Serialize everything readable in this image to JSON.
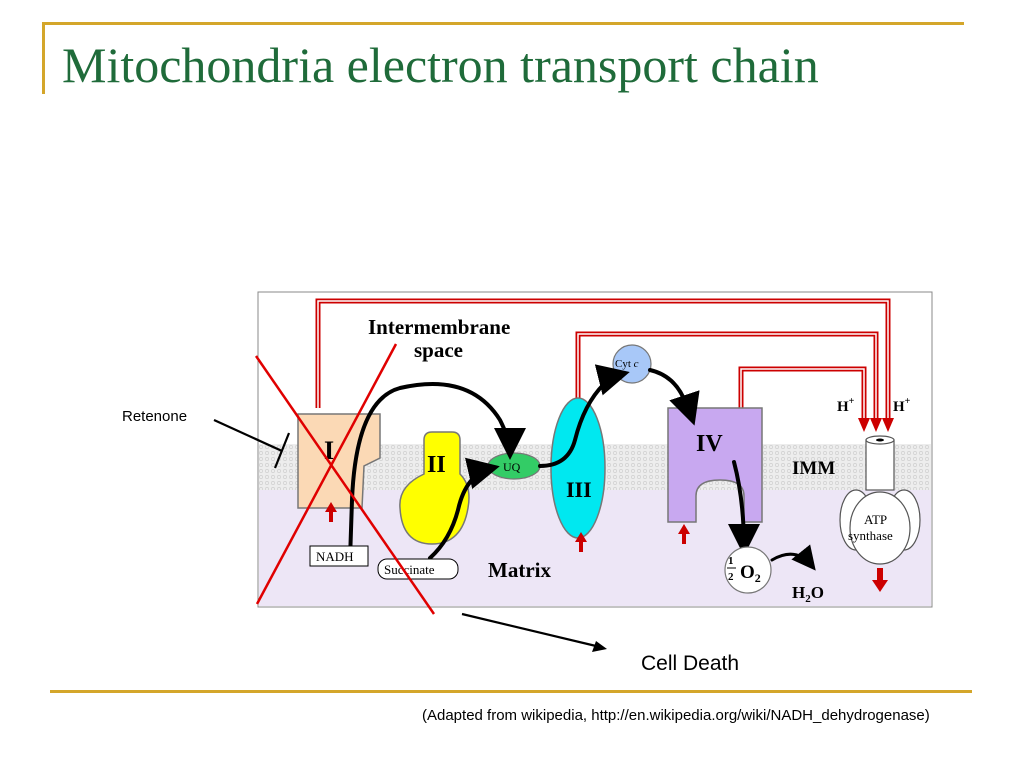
{
  "slide": {
    "title": "Mitochondria electron transport chain",
    "citation": "(Adapted from wikipedia, http://en.wikipedia.org/wiki/NADH_dehydrogenase)"
  },
  "annotations": {
    "inhibitor": "Retenone",
    "outcome": "Cell Death"
  },
  "diagram": {
    "intermembrane_line1": "Intermembrane",
    "intermembrane_line2": "space",
    "membrane": "IMM",
    "matrix": "Matrix",
    "complex_1": "I",
    "complex_2": "II",
    "complex_3": "III",
    "complex_4": "IV",
    "ubiquinone": "UQ",
    "cytc": "Cyt",
    "cytc_italic": "c",
    "nadh": "NADH",
    "succinate": "Succinate",
    "o2_num": "1",
    "o2_den": "2",
    "o2": "O",
    "o2_sub": "2",
    "h2o_h": "H",
    "h2o_sub": "2",
    "h2o_o": "O",
    "proton_a": "H",
    "proton_b": "H",
    "proton_plus": "+",
    "atp_line1": "ATP",
    "atp_line2": "synthase"
  },
  "colors": {
    "title": "#1F6B3A",
    "rule": "#D4A62A",
    "membrane": "#EDEDED",
    "matrix": "#EDE6F6",
    "proton_path": "#CC0000",
    "complex_1": "#FBD9B5",
    "complex_2": "#FFFF00",
    "complex_3": "#00E8F0",
    "complex_4": "#C8A8F0",
    "ubiquinone": "#33CC66",
    "cytc": "#A8C8F8",
    "inhibition_cross": "#E00000"
  }
}
